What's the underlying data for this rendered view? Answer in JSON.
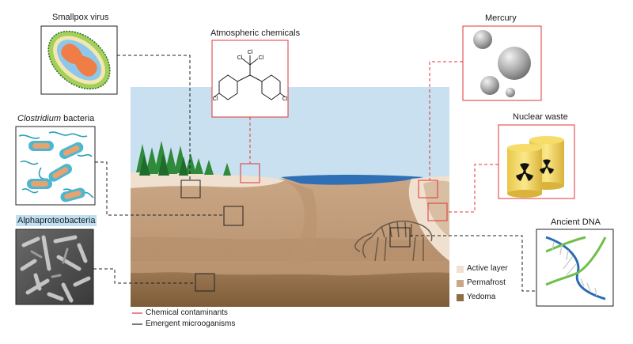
{
  "labels": {
    "smallpox": "Smallpox virus",
    "atmospheric": "Atmospheric chemicals",
    "mercury": "Mercury",
    "clostridium_italic": "Clostridium",
    "clostridium_rest": " bacteria",
    "nuclear": "Nuclear waste",
    "alpha": "Alphaproteobacteria",
    "ancient_dna": "Ancient DNA"
  },
  "molecule": {
    "atom": "Cl"
  },
  "layer_legend": [
    {
      "label": "Active layer",
      "color": "#efe0cf"
    },
    {
      "label": "Permafrost",
      "color": "#c9a684"
    },
    {
      "label": "Yedoma",
      "color": "#8f6c43"
    }
  ],
  "line_legend": [
    {
      "label": "Chemical contaminants",
      "color": "#e0343a"
    },
    {
      "label": "Emergent microoganisms",
      "color": "#222222"
    }
  ],
  "colors": {
    "sky": "#c8e0ef",
    "chemical": "#e0343a",
    "microbe": "#222222",
    "water": "#2f6fb5"
  }
}
